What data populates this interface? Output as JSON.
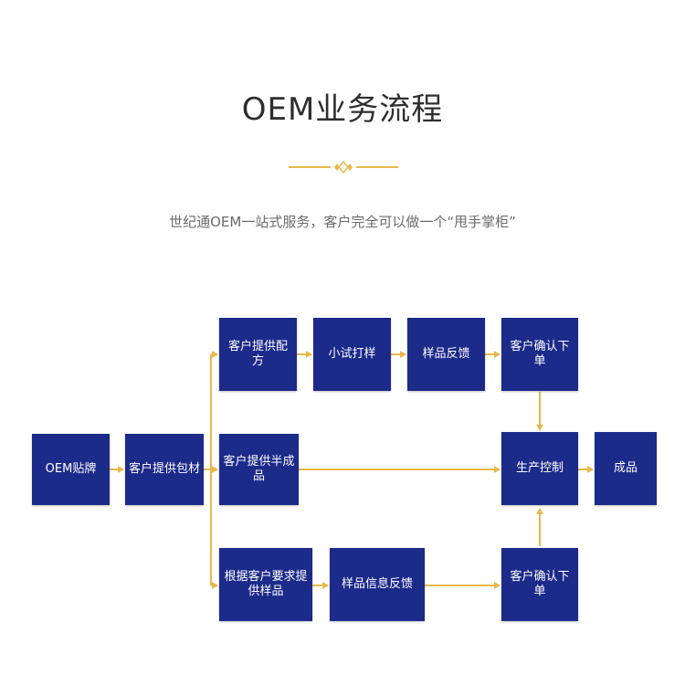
{
  "header": {
    "title": "OEM业务流程",
    "subtitle": "世纪通OEM一站式服务，客户完全可以做一个“甩手掌柜”"
  },
  "colors": {
    "box": "#1c2a8a",
    "connector": "#e8b84a",
    "title": "#2e2e2e",
    "subtitle": "#6a6a6a"
  },
  "flow": {
    "start": "OEM贴牌",
    "materials": "客户提供包材",
    "recipe": "客户提供配方",
    "trial": "小试打样",
    "sample_feedback": "样品反馈",
    "confirm_order_top": "客户确认下单",
    "semi_finished": "客户提供半成品",
    "production_control": "生产控制",
    "finished": "成品",
    "sample_by_request": "根据客户要求提供样品",
    "sample_info_feedback": "样品信息反馈",
    "confirm_order_bottom": "客户确认下单"
  }
}
